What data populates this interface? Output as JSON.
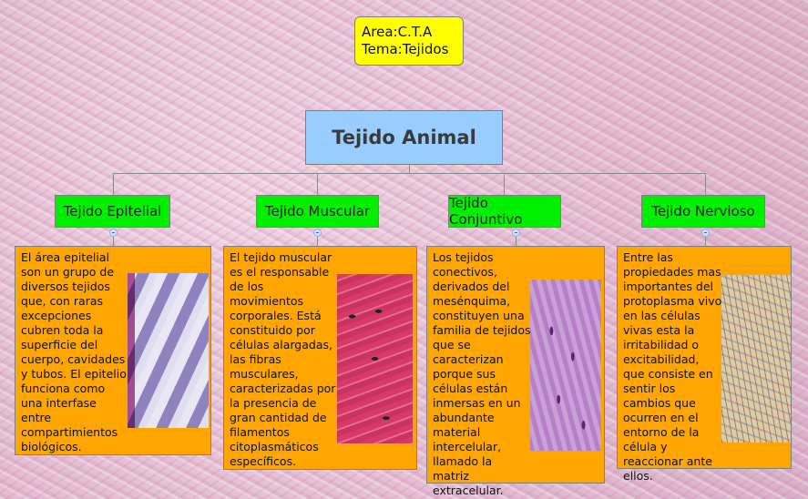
{
  "header": {
    "area": "Area:C.T.A",
    "tema": "Tema:Tejidos"
  },
  "root": {
    "label": "Tejido Animal"
  },
  "branches": [
    {
      "label": "Tejido Epitelial",
      "text": "El área epitelial son un grupo de diversos tejidos que, con raras excepciones cubren toda la superficie del cuerpo, cavidades y tubos. El epitelio funciona como una interfase entre compartimientos biológicos."
    },
    {
      "label": "Tejido Muscular",
      "text": "El tejido muscular es el responsable de los movimientos corporales. Está constituido por células alargadas, las fibras musculares, caracterizadas por la presencia de gran cantidad de filamentos citoplasmáticos específicos."
    },
    {
      "label": "Tejido Conjuntivo",
      "text": "Los tejidos conectivos, derivados del mesénquima, constituyen una familia de tejidos que se caracterizan porque sus células están inmersas en un abundante material intercelular, llamado la matriz extracelular."
    },
    {
      "label": "Tejido Nervioso",
      "text": "Entre las propiedades mas importantes del protoplasma vivo en las células vivas esta la irritabilidad o excitabilidad, que consiste en sentir los cambios que ocurren en el entorno de la célula y reaccionar ante ellos."
    }
  ],
  "colors": {
    "header": "#ffff00",
    "root": "#99ccff",
    "branch": "#00f000",
    "description": "#ffa500"
  }
}
